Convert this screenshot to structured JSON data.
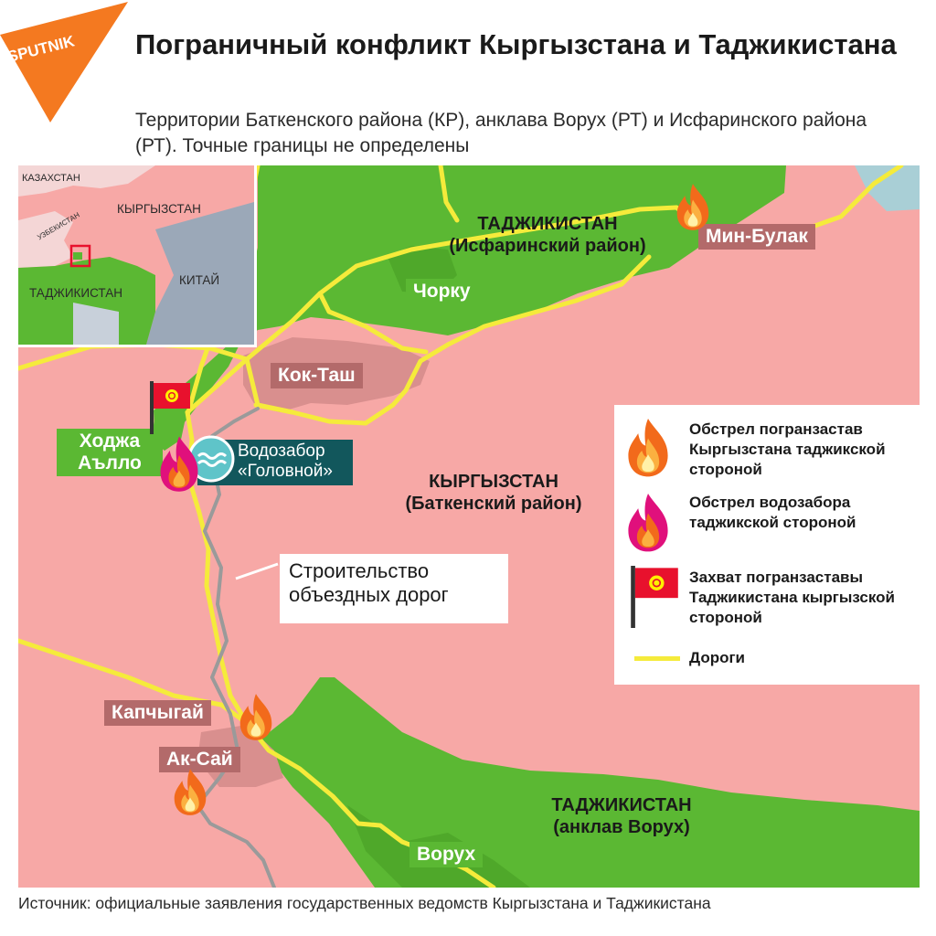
{
  "header": {
    "logo_text": "SPUTNIK",
    "title": "Пограничный конфликт Кыргызстана и Таджикистана",
    "subtitle": "Территории Баткенского района (КР), анклава Ворух (РТ) и Исфаринского района (РТ). Точные границы не определены"
  },
  "inset_map": {
    "labels": {
      "kazakhstan": "КАЗАХСТАН",
      "kyrgyzstan": "КЫРГЫЗСТАН",
      "uzbekistan": "УЗБЕКИСТАН",
      "tajikistan": "ТАДЖИКИСТАН",
      "china": "КИТАЙ"
    }
  },
  "map": {
    "regions": {
      "tj_isfara": "ТАДЖИКИСТАН (Исфаринский район)",
      "kg_batken": "КЫРГЫЗСТАН (Баткенский район)",
      "tj_vorukh": "ТАДЖИКИСТАН (анклав Ворух)"
    },
    "places": {
      "chorku": "Чорку",
      "min_bulak": "Мин-Булак",
      "kok_tash": "Кок-Таш",
      "khoja_aillo": "Ходжа Аълло",
      "kapchygai": "Капчыгай",
      "ak_sai": "Ак-Сай",
      "vorukh": "Ворух"
    },
    "water_intake": "Водозабор «Головной»",
    "construction": "Строительство объездных дорог"
  },
  "legend": {
    "items": [
      {
        "icon": "fire-orange-icon",
        "text": "Обстрел погранзастав Кыргызстана таджикской стороной"
      },
      {
        "icon": "fire-pink-icon",
        "text": "Обстрел водозабора таджикской стороной"
      },
      {
        "icon": "kyrgyz-flag-icon",
        "text": "Захват погранзаставы Таджикистана кыргызской стороной"
      },
      {
        "icon": "road-line-icon",
        "text": "Дороги"
      }
    ]
  },
  "colors": {
    "kyrgyzstan": "#f7a8a6",
    "tajikistan": "#5bb833",
    "roads": "#f5eb3b",
    "bypass_roads": "#9a9a9a",
    "accent": "#f47920"
  },
  "source": "Источник: официальные заявления государственных ведомств Кыргызстана и Таджикистана"
}
